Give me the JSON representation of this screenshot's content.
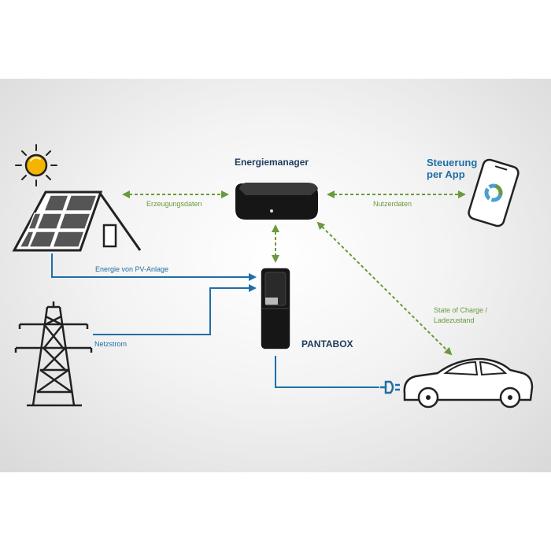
{
  "nodes": {
    "energy_manager": "Energiemanager",
    "app_line1": "Steuerung",
    "app_line2": "per App",
    "pantabox": "PANTABOX"
  },
  "edges": {
    "generation_data": "Erzeugungsdaten",
    "user_data": "Nutzerdaten",
    "pv_energy": "Energie von PV-Anlage",
    "grid_power": "Netzstrom",
    "soc_line1": "State of Charge /",
    "soc_line2": "Ladezustand"
  },
  "colors": {
    "data_flow": "#6a9a3a",
    "power_flow": "#1f6fa6",
    "device": "#111111",
    "sun": "#f4b400"
  }
}
